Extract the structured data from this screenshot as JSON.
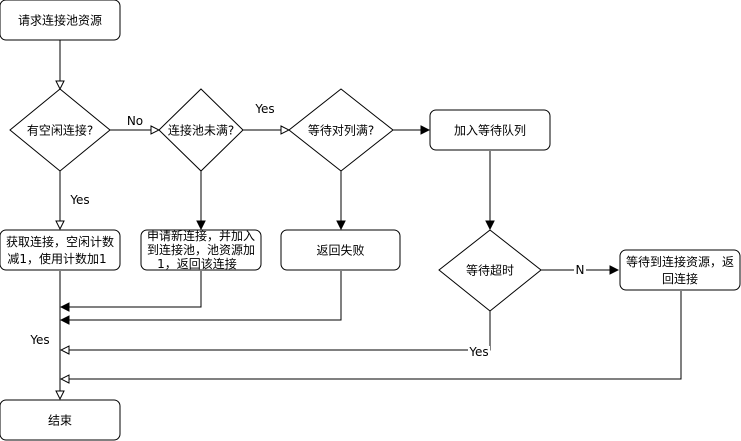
{
  "nodes": {
    "request": "请求连接池资源",
    "idle_check": "有空闲连接?",
    "pool_full_check": "连接池未满?",
    "queue_full_check": "等待对列满?",
    "join_queue": "加入等待队列",
    "acquire_lines": [
      "获取连接，空闲计数",
      "减1，使用计数加1"
    ],
    "new_conn_lines": [
      "申请新连接，并加入",
      "到连接池，池资源加",
      "1，返回该连接"
    ],
    "fail": "返回失败",
    "timeout_check": "等待超时",
    "got_conn_lines": [
      "等待到连接资源，返",
      "回连接"
    ],
    "end": "结束"
  },
  "edge_labels": {
    "idle_no": "No",
    "pool_yes": "Yes",
    "idle_yes": "Yes",
    "timeout_no": "N",
    "merge_yes": "Yes",
    "timeout_yes": "Yes"
  }
}
